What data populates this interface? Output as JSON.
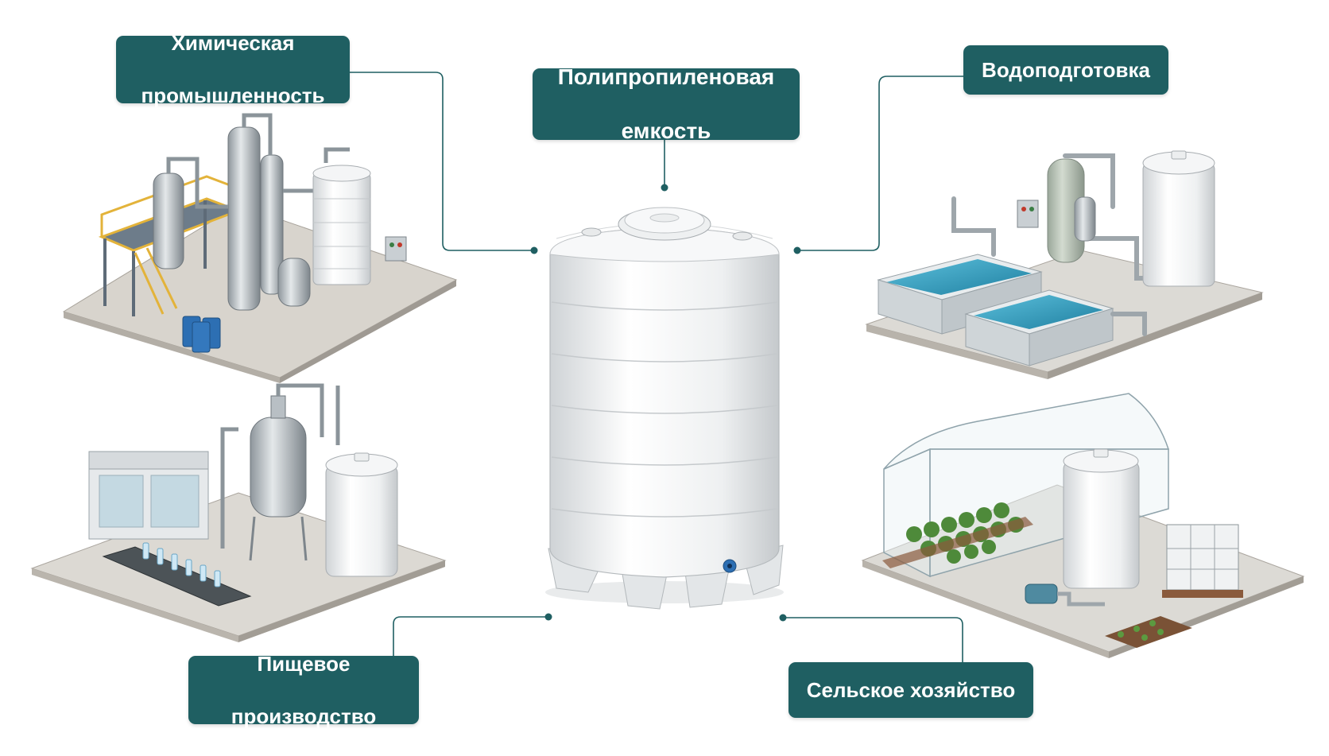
{
  "center_label": {
    "line1": "Полипропиленовая",
    "line2": "емкость"
  },
  "applications": {
    "chemical": {
      "line1": "Химическая",
      "line2": "промышленность"
    },
    "water": {
      "line1": "Водоподготовка"
    },
    "food": {
      "line1": "Пищевое",
      "line2": "производство"
    },
    "agriculture": {
      "line1": "Сельское хозяйство"
    }
  },
  "colors": {
    "label_bg": "#1f5f62",
    "connector": "#1f5f62",
    "tank": "#f1f3f4",
    "floor": "#d9d6d1",
    "water": "#3aa7c8",
    "barrel": "#2d6fb3",
    "railing": "#e3b33a"
  }
}
